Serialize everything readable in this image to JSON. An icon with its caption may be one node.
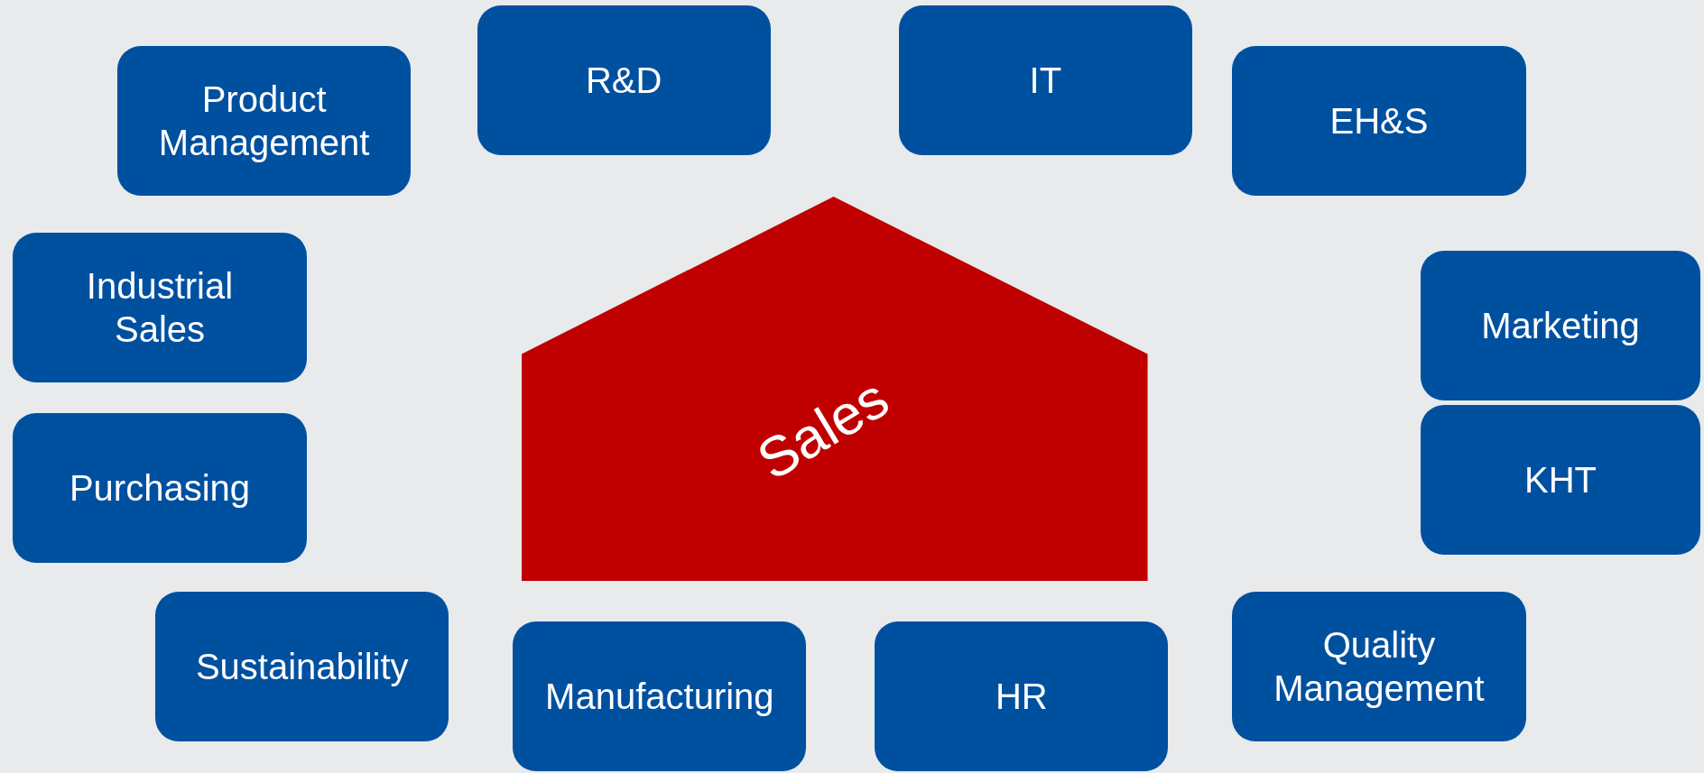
{
  "diagram": {
    "nodes": [
      {
        "text": [
          "R&D"
        ]
      },
      {
        "text": [
          "IT"
        ]
      },
      {
        "text": [
          "Product Management"
        ]
      },
      {
        "text": [
          "EH&S"
        ]
      },
      {
        "text": [
          "Sales"
        ]
      },
      {
        "text": [
          "Industrial Sales"
        ]
      },
      {
        "text": [
          "Marketing"
        ]
      },
      {
        "text": [
          "Purchasing"
        ]
      },
      {
        "text": [
          "KHT"
        ]
      },
      {
        "text": [
          "Sustainability"
        ]
      },
      {
        "text": [
          "Quality Management"
        ]
      },
      {
        "text": [
          "Manufacturing"
        ]
      },
      {
        "text": [
          "HR"
        ]
      }
    ]
  }
}
